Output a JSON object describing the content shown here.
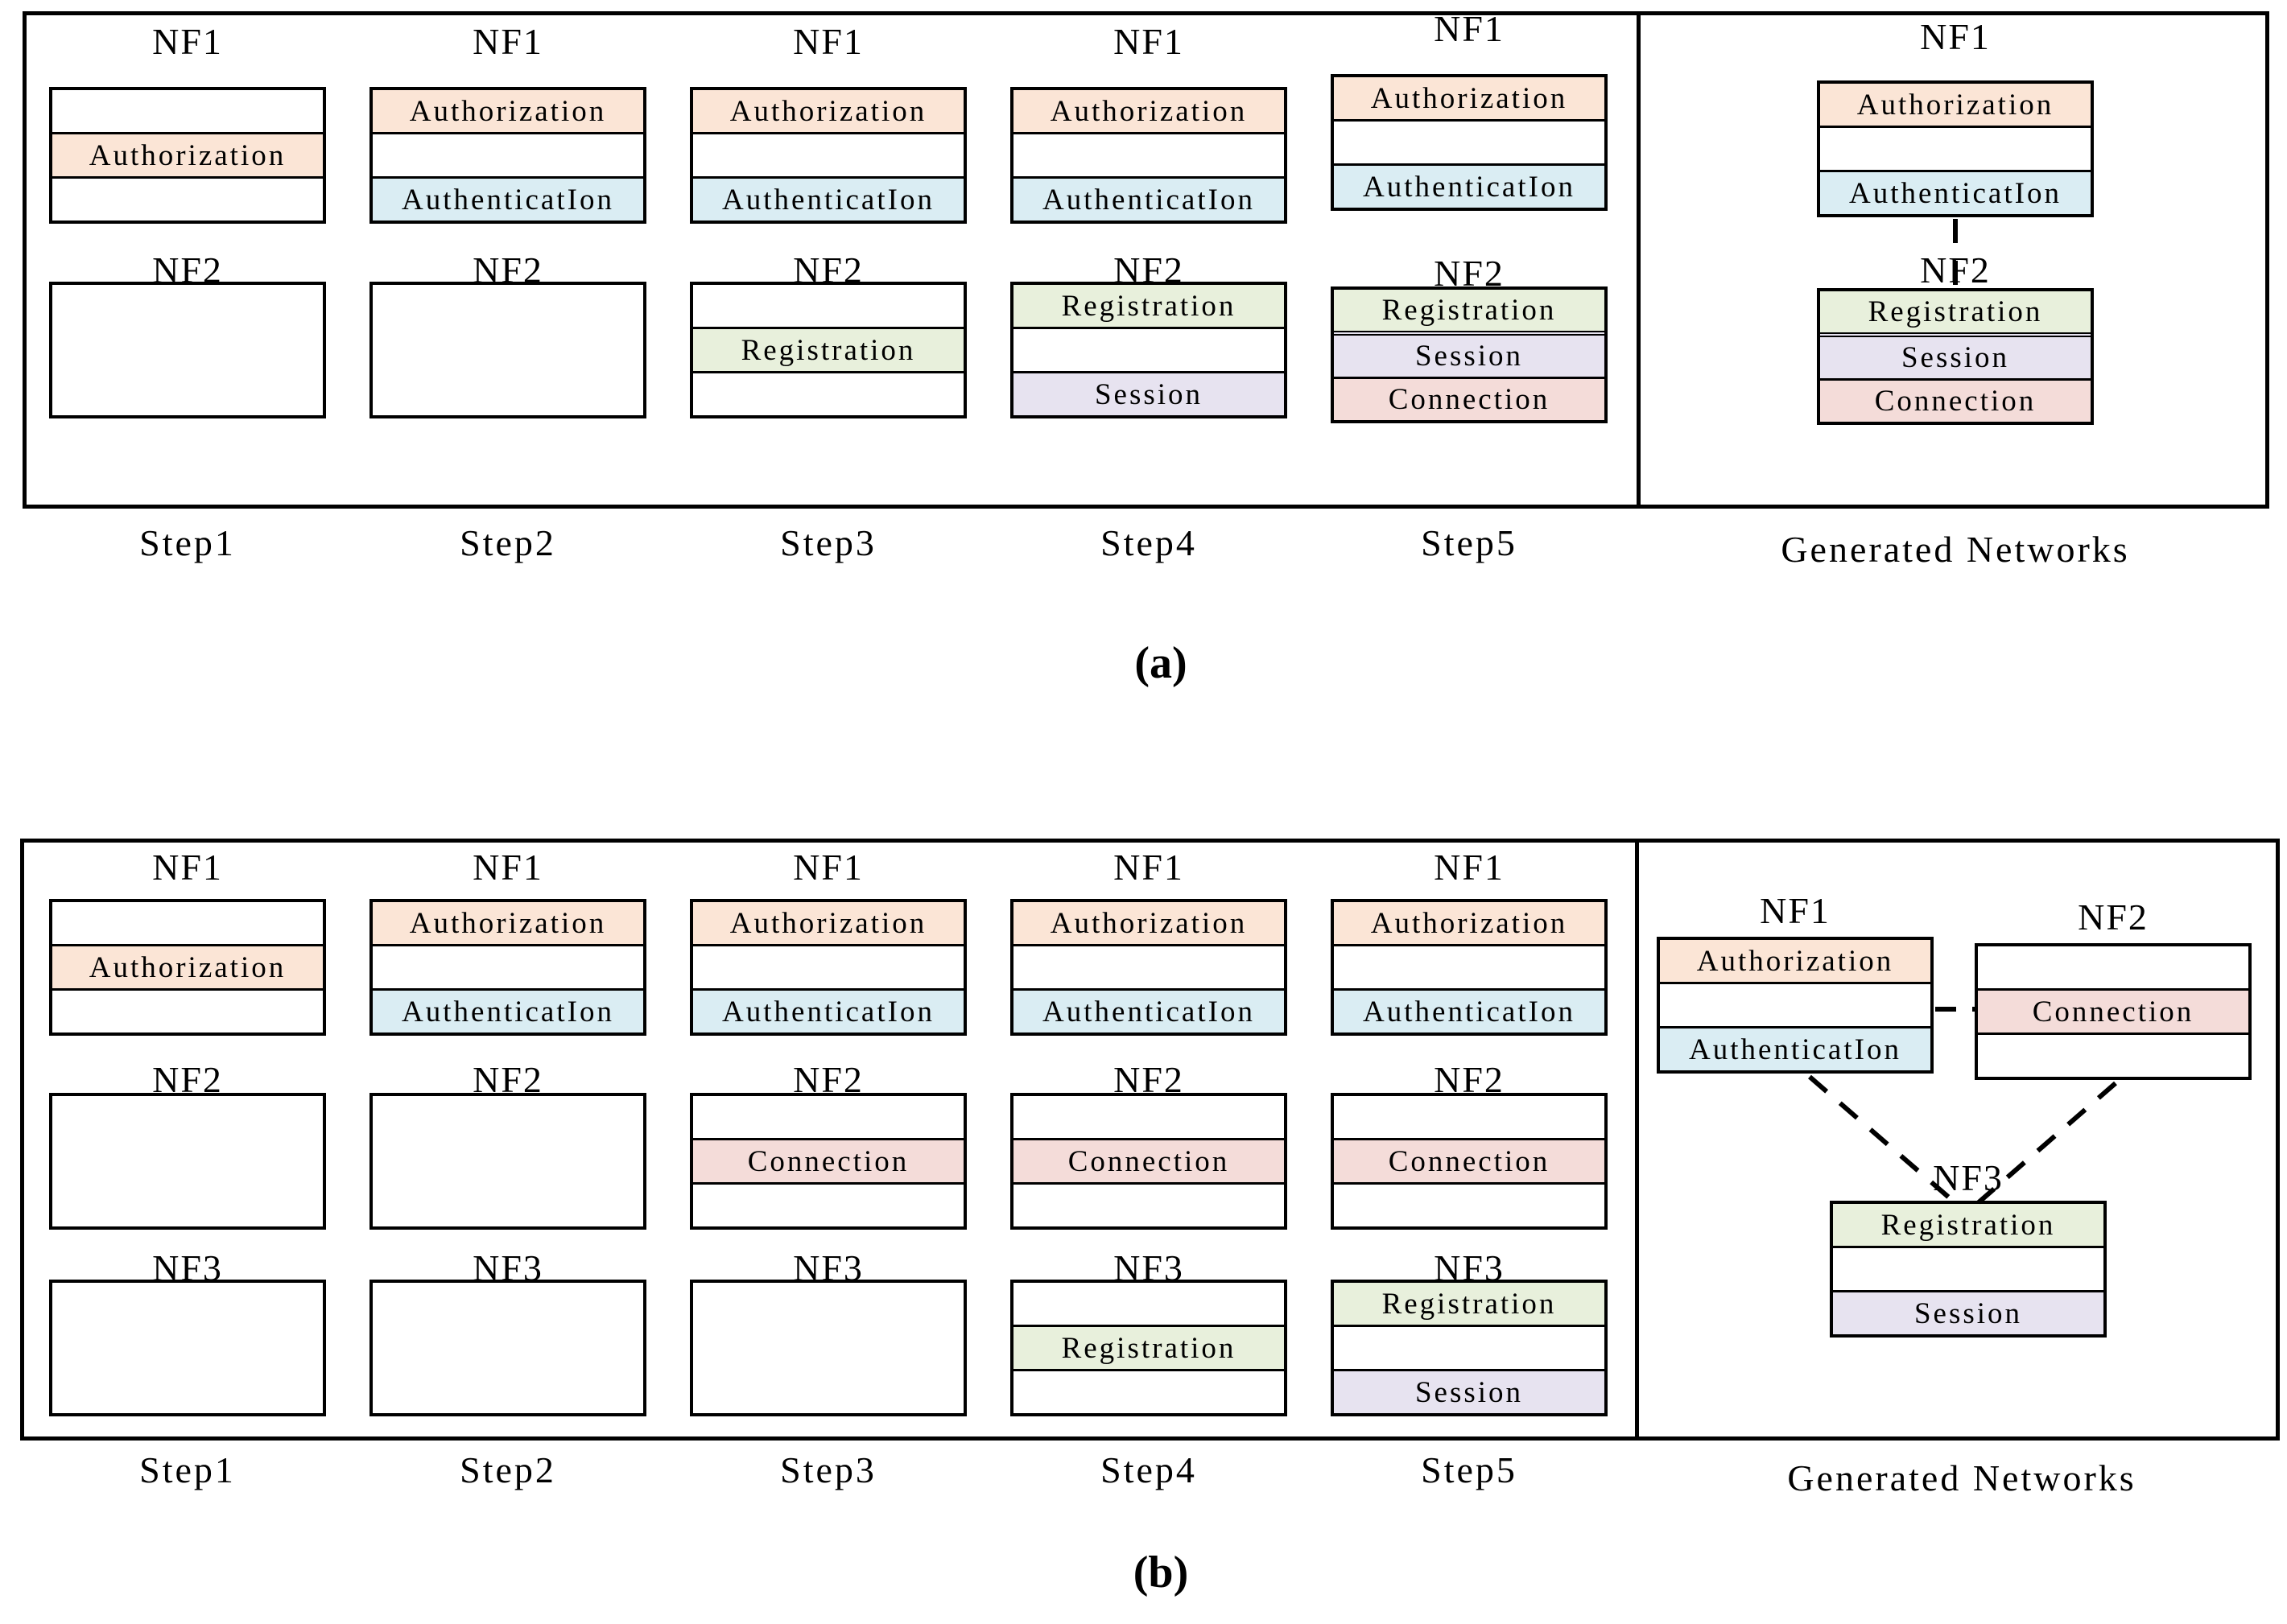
{
  "colors": {
    "authorization": "#fbe5d6",
    "authentication": "#daedf3",
    "registration": "#e8f0dc",
    "session": "#e7e3f0",
    "connection": "#f4dcd9",
    "line": "#000000"
  },
  "panel_a": {
    "caption": "(a)",
    "generated_label": "Generated Networks",
    "steps": [
      {
        "label": "Step1",
        "nfs": [
          {
            "label": "NF1",
            "rows": [
              "",
              "Authorization",
              ""
            ]
          },
          {
            "label": "NF2",
            "rows": null
          }
        ]
      },
      {
        "label": "Step2",
        "nfs": [
          {
            "label": "NF1",
            "rows": [
              "Authorization",
              "",
              "AuthenticatIon"
            ]
          },
          {
            "label": "NF2",
            "rows": null
          }
        ]
      },
      {
        "label": "Step3",
        "nfs": [
          {
            "label": "NF1",
            "rows": [
              "Authorization",
              "",
              "AuthenticatIon"
            ]
          },
          {
            "label": "NF2",
            "rows": [
              "",
              "Registration",
              ""
            ]
          }
        ]
      },
      {
        "label": "Step4",
        "nfs": [
          {
            "label": "NF1",
            "rows": [
              "Authorization",
              "",
              "AuthenticatIon"
            ]
          },
          {
            "label": "NF2",
            "rows": [
              "Registration",
              "",
              "Session"
            ]
          }
        ]
      },
      {
        "label": "Step5",
        "nfs": [
          {
            "label": "NF1",
            "rows": [
              "Authorization",
              "",
              "AuthenticatIon"
            ]
          },
          {
            "label": "NF2",
            "rows": [
              "Registration",
              "Session",
              "Connection"
            ]
          }
        ]
      }
    ],
    "generated": [
      {
        "label": "NF1",
        "rows": [
          "Authorization",
          "",
          "AuthenticatIon"
        ]
      },
      {
        "label": "NF2",
        "rows": [
          "Registration",
          "Session",
          "Connection"
        ]
      }
    ]
  },
  "panel_b": {
    "caption": "(b)",
    "generated_label": "Generated Networks",
    "steps": [
      {
        "label": "Step1",
        "nfs": [
          {
            "label": "NF1",
            "rows": [
              "",
              "Authorization",
              ""
            ]
          },
          {
            "label": "NF2",
            "rows": null
          },
          {
            "label": "NF3",
            "rows": null
          }
        ]
      },
      {
        "label": "Step2",
        "nfs": [
          {
            "label": "NF1",
            "rows": [
              "Authorization",
              "",
              "AuthenticatIon"
            ]
          },
          {
            "label": "NF2",
            "rows": null
          },
          {
            "label": "NF3",
            "rows": null
          }
        ]
      },
      {
        "label": "Step3",
        "nfs": [
          {
            "label": "NF1",
            "rows": [
              "Authorization",
              "",
              "AuthenticatIon"
            ]
          },
          {
            "label": "NF2",
            "rows": [
              "",
              "Connection",
              ""
            ]
          },
          {
            "label": "NF3",
            "rows": null
          }
        ]
      },
      {
        "label": "Step4",
        "nfs": [
          {
            "label": "NF1",
            "rows": [
              "Authorization",
              "",
              "AuthenticatIon"
            ]
          },
          {
            "label": "NF2",
            "rows": [
              "",
              "Connection",
              ""
            ]
          },
          {
            "label": "NF3",
            "rows": [
              "",
              "Registration",
              ""
            ]
          }
        ]
      },
      {
        "label": "Step5",
        "nfs": [
          {
            "label": "NF1",
            "rows": [
              "Authorization",
              "",
              "AuthenticatIon"
            ]
          },
          {
            "label": "NF2",
            "rows": [
              "",
              "Connection",
              ""
            ]
          },
          {
            "label": "NF3",
            "rows": [
              "Registration",
              "",
              "Session"
            ]
          }
        ]
      }
    ],
    "generated": [
      {
        "label": "NF1",
        "rows": [
          "Authorization",
          "",
          "AuthenticatIon"
        ]
      },
      {
        "label": "NF2",
        "rows": [
          "",
          "Connection",
          ""
        ]
      },
      {
        "label": "NF3",
        "rows": [
          "Registration",
          "",
          "Session"
        ]
      }
    ]
  }
}
